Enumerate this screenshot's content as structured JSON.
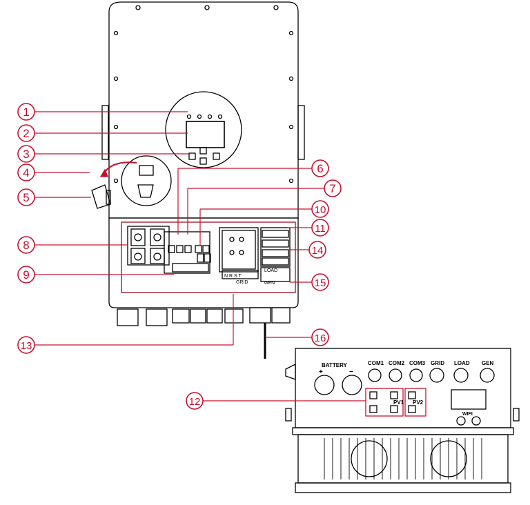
{
  "callouts": [
    {
      "number": "1"
    },
    {
      "number": "2"
    },
    {
      "number": "3"
    },
    {
      "number": "4"
    },
    {
      "number": "5"
    },
    {
      "number": "6"
    },
    {
      "number": "7"
    },
    {
      "number": "8"
    },
    {
      "number": "9"
    },
    {
      "number": "10"
    },
    {
      "number": "11"
    },
    {
      "number": "12"
    },
    {
      "number": "13"
    },
    {
      "number": "14"
    },
    {
      "number": "15"
    },
    {
      "number": "16"
    }
  ],
  "labels": {
    "grid": "GRID",
    "grid_terminals": "N  R  S  T",
    "load": "LOAD",
    "gen": "GEN",
    "port_battery": "BATTERY",
    "battery_plus": "+",
    "battery_minus": "−",
    "port_com1": "COM1",
    "port_com2": "COM2",
    "port_com3": "COM3",
    "port_grid": "GRID",
    "port_load": "LOAD",
    "port_gen": "GEN",
    "port_pv1": "PV1",
    "port_pv2": "PV2",
    "port_wifi": "WIFI"
  },
  "colors": {
    "callout": "#c8102e",
    "line": "#000000"
  }
}
